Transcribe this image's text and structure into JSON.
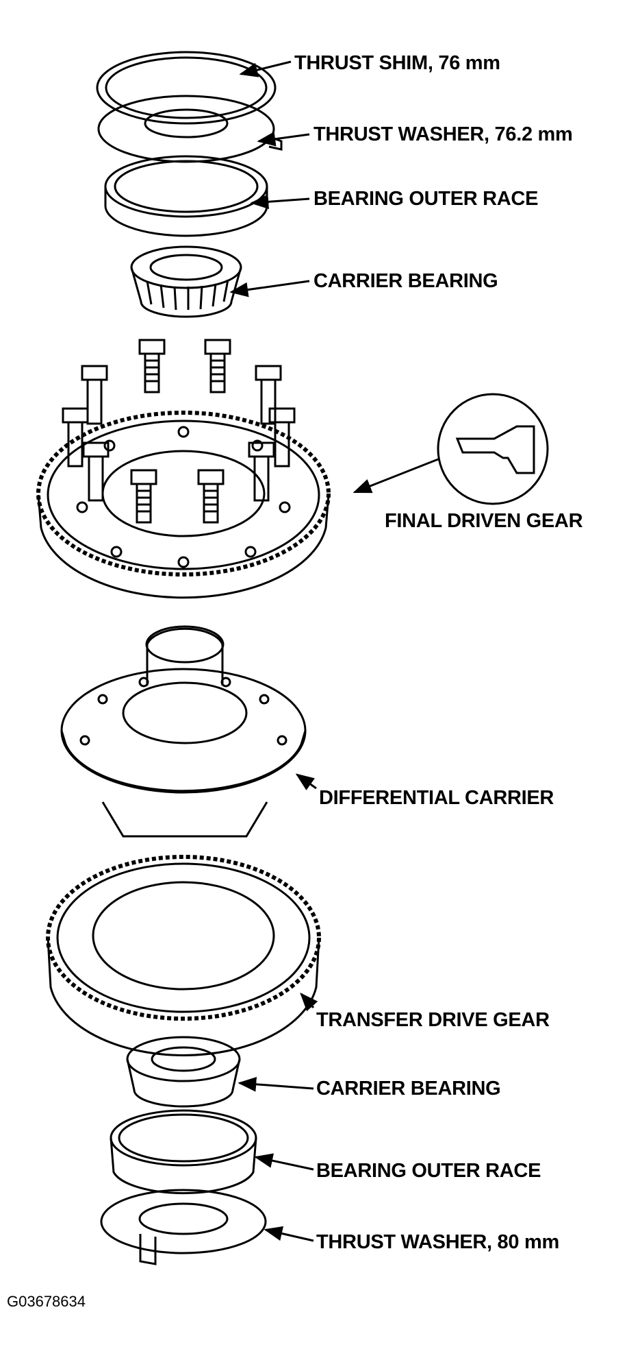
{
  "labels": {
    "thrust_shim": "THRUST SHIM, 76 mm",
    "thrust_washer_top": "THRUST WASHER, 76.2 mm",
    "bearing_outer_race_top": "BEARING OUTER RACE",
    "carrier_bearing_top": "CARRIER BEARING",
    "final_driven_gear": "FINAL DRIVEN GEAR",
    "differential_carrier": "DIFFERENTIAL CARRIER",
    "transfer_drive_gear": "TRANSFER DRIVE GEAR",
    "carrier_bearing_bottom": "CARRIER BEARING",
    "bearing_outer_race_bottom": "BEARING OUTER RACE",
    "thrust_washer_bottom": "THRUST WASHER, 80 mm"
  },
  "figure_code": "G03678634",
  "colors": {
    "ink": "#000000",
    "paper": "#ffffff"
  }
}
